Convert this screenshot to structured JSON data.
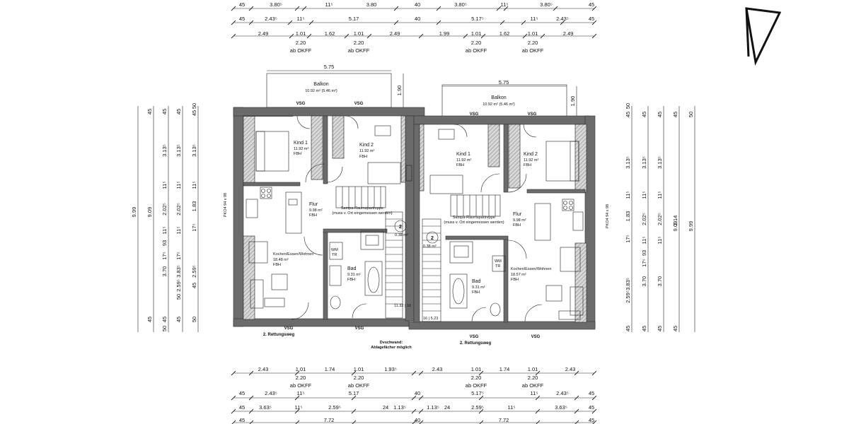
{
  "dimensions": {
    "top": {
      "row1": [
        "45",
        "3.80⁵",
        "11⁵",
        "3.80",
        "40",
        "3.80⁵",
        "11⁵",
        "3.80⁵",
        "45"
      ],
      "row2": [
        "45",
        "2.43⁵",
        "11⁵",
        "5.17",
        "40",
        "5.17⁵",
        "11⁵",
        "2.43⁵",
        "45"
      ],
      "row3": [
        "2.49",
        "1.01",
        "1.62",
        "1.01",
        "2.49",
        "1.99",
        "1.01",
        "1.62",
        "1.01",
        "2.49"
      ],
      "windows": [
        {
          "width": "1.01",
          "height": "2.20",
          "okff": "ab OKFF"
        },
        {
          "width": "1.01",
          "height": "2.20",
          "okff": "ab OKFF"
        },
        {
          "width": "1.01",
          "height": "2.20",
          "okff": "ab OKFF"
        },
        {
          "width": "1.01",
          "height": "2.20",
          "okff": "ab OKFF"
        }
      ]
    },
    "bottom": {
      "row1": [
        "2.43",
        "1.01",
        "1.74",
        "1.01",
        "1.93⁵",
        "2.43",
        "1.01",
        "1.74",
        "1.01",
        "2.43"
      ],
      "windows": [
        {
          "height": "2.20",
          "okff": "ab OKFF"
        },
        {
          "height": "2.20",
          "okff": "ab OKFF"
        },
        {
          "height": "2.20",
          "okff": "ab OKFF"
        },
        {
          "height": "2.20",
          "okff": "ab OKFF"
        }
      ],
      "row2": [
        "45",
        "2.43⁵",
        "11⁵",
        "5.17",
        "40",
        "5.17⁵",
        "11⁵",
        "2.43⁵",
        "45"
      ],
      "row3": [
        "45",
        "3.63⁵",
        "11⁵",
        "2.59⁵",
        "24",
        "1.13⁵",
        "1.13⁵",
        "24",
        "2.59⁵",
        "11⁵",
        "3.63⁵",
        "45"
      ],
      "row4": [
        "45",
        "7.72",
        "40",
        "7.72",
        "45"
      ]
    },
    "left": {
      "col1": [
        "9.99"
      ],
      "col2": [
        "45",
        "9.09",
        "45"
      ],
      "col3": [
        "45",
        "3.13⁵",
        "11⁵",
        "2.02⁵",
        "11⁵",
        "93",
        "17⁵",
        "3.70",
        "45",
        "50"
      ],
      "col4": [
        "45",
        "3.13⁵",
        "11⁵",
        "2.02⁵",
        "11⁵",
        "17⁵",
        "3.83⁵",
        "2.59⁵",
        "45",
        "50"
      ],
      "col5": [
        "50",
        "45",
        "3.13⁵",
        "11⁵",
        "1.83",
        "17⁵",
        "2.59⁵",
        "45",
        "50"
      ]
    },
    "right": {
      "col1": [
        "50",
        "45",
        "3.13⁵",
        "11⁵",
        "1.83",
        "17⁵",
        "3.83⁵",
        "2.59⁵",
        "45"
      ],
      "col2": [
        "45",
        "3.13⁵",
        "11⁵",
        "2.02⁵",
        "11⁵",
        "17⁵",
        "93",
        "3.70",
        "45"
      ],
      "col3": [
        "45",
        "3.13⁵",
        "11⁵",
        "2.02⁵",
        "11⁵",
        "3.70",
        "45"
      ],
      "col4": [
        "45",
        "2.14",
        "9.09",
        "45"
      ],
      "col5": [
        "50",
        "9.99"
      ]
    }
  },
  "balconies": [
    {
      "width": "5.75",
      "depth": "1.90",
      "name": "Balkon",
      "area": "10.92 m² (5.46 m²)"
    },
    {
      "width": "5.75",
      "depth": "1.90",
      "name": "Balkon",
      "area": "10.92 m² (5.46 m²)"
    }
  ],
  "rooms": [
    {
      "name": "Kind 1",
      "area": "11.92 m²",
      "floor": "FBH"
    },
    {
      "name": "Kind 2",
      "area": "11.92 m²",
      "floor": "FBH"
    },
    {
      "name": "Flur",
      "area": "9.98 m²",
      "floor": "FBH"
    },
    {
      "name": "Kochen/Essen/Wohnen",
      "area": "18.48 m²",
      "floor": "FBH"
    },
    {
      "name": "Bad",
      "area": "9.31 m²",
      "floor": "FBH"
    },
    {
      "name": "Kind 1",
      "area": "11.92 m²",
      "floor": "FBH"
    },
    {
      "name": "Kind 2",
      "area": "11.92 m²",
      "floor": "FBH"
    },
    {
      "name": "Flur",
      "area": "9.98 m²",
      "floor": "FBH"
    },
    {
      "name": "Kochen/Essen/Wohnen",
      "area": "18.57 m²",
      "floor": "FBH"
    },
    {
      "name": "Bad",
      "area": "9.31 m²",
      "floor": "FBH"
    }
  ],
  "labels": {
    "vsg": "VSG",
    "stair_name": "Sampa-Raumspartreppe",
    "stair_note": "(muss v. Ort eingemessen werden)",
    "stair_note_right": "(muss v. Ort eingemessen werden)",
    "shaft_number": "2",
    "shaft_area": "0.38 m²",
    "chimney": "PKO4 94 x 98",
    "wm": "WM",
    "tr": "TR",
    "escape_route": "2. Rettungsweg",
    "partition_line1": "Dvschwand:",
    "partition_line2": "Ablagefächer möglich",
    "stair_left_text": "11.32 | 10",
    "stair_right_text": "16 | 5.23"
  },
  "north_arrow": {
    "icon": "north-arrow-icon"
  }
}
